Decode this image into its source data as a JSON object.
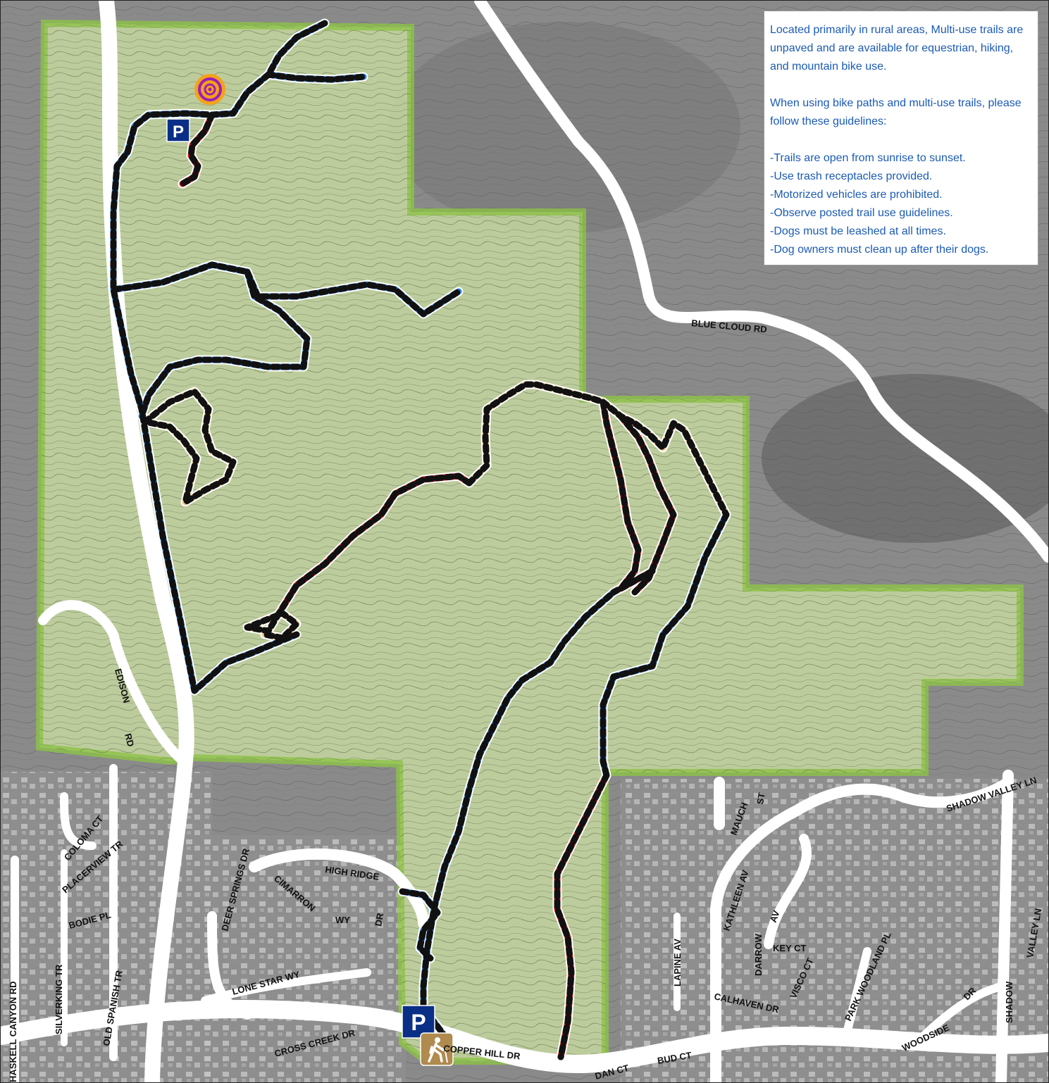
{
  "info_panel": {
    "intro": "Located primarily in rural areas, Multi-use trails are unpaved and are available for equestrian, hiking, and mountain bike use.",
    "guidelines_intro": "When using bike paths and multi-use trails, please follow these guidelines:",
    "rules": [
      "-Trails are open from sunrise to sunset.",
      "-Use trash receptacles provided.",
      "-Motorized vehicles are prohibited.",
      "-Observe posted trail use guidelines.",
      "-Dogs must be leashed at all times.",
      "-Dog owners must clean up after their dogs."
    ]
  },
  "streets": {
    "blue_cloud": "BLUE   CLOUD  RD",
    "edison": "EDISON",
    "edison_rd": "RD",
    "coloma": "COLOMA CT",
    "placerview": "PLACERVIEW TR",
    "bodie": "BODIE PL",
    "silverking": "SILVERKING TR",
    "old_spanish": "OLD SPANISH TR",
    "haskell": "HASKELL CANYON RD",
    "deer_springs": "DEER SPRINGS DR",
    "cimarron": "CIMARRON",
    "cimarron_wy": "WY",
    "high_ridge": "HIGH RIDGE",
    "high_ridge_dr": "DR",
    "lone_star": "LONE STAR WY",
    "cross_creek": "CROSS CREEK DR",
    "copper_hill": "COPPER   HILL   DR",
    "dan": "DAN CT",
    "bud": "BUD CT",
    "mauch": "MAUCH",
    "mauch_st": "ST",
    "kathleen": "KATHLEEN AV",
    "lapine": "LAPINE AV",
    "darrow": "DARROW",
    "darrow_av": "AV",
    "key": "KEY CT",
    "visco": "VISCO CT",
    "calhaven": "CALHAVEN DR",
    "park_woodland": "PARK WOODLAND PL",
    "woodside": "WOODSIDE",
    "woodside_dr": "DR",
    "shadow_valley_ln": "SHADOW VALLEY LN",
    "shadow": "SHADOW",
    "valley_ln": "VALLEY  LN"
  },
  "markers": {
    "parking_symbol": "P"
  },
  "colors": {
    "park_fill": "#c9dba0",
    "park_border": "#8fcf3a",
    "trail_blue": "#2a86e8",
    "trail_red": "#e8161b",
    "trail_tan": "#f7c98a",
    "trail_black": "#111111",
    "parking_bg": "#0a2f86",
    "trailhead_bg": "#b08a4e",
    "target_outer": "#f3a21a",
    "target_inner": "#9b1fb6",
    "info_text": "#1b5bb5"
  },
  "icons": [
    "parking-icon",
    "hiker-trailhead-icon",
    "target-viewpoint-icon"
  ]
}
